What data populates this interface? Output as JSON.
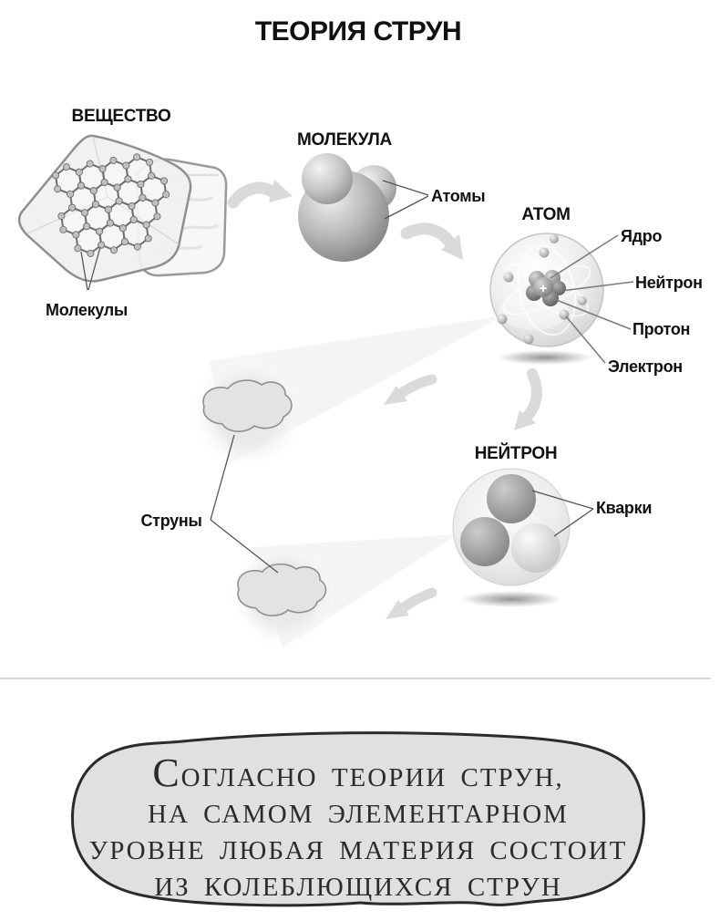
{
  "title": "ТЕОРИЯ СТРУН",
  "matter": {
    "heading": "ВЕЩЕСТВО",
    "molecules_label": "Молекулы"
  },
  "molecule": {
    "heading": "МОЛЕКУЛА",
    "atoms_label": "Атомы"
  },
  "atom": {
    "heading": "АТОМ",
    "nucleus_label": "Ядро",
    "neutron_label": "Нейтрон",
    "proton_label": "Протон",
    "electron_label": "Электрон",
    "nucleus_plus": "+"
  },
  "neutron": {
    "heading": "НЕЙТРОН",
    "quarks_label": "Кварки"
  },
  "strings": {
    "label": "Струны"
  },
  "caption": {
    "lines": [
      "СОГЛАСНО ТЕОРИИ СТРУН,",
      "НА САМОМ ЭЛЕМЕНТАРНОМ",
      "УРОВНЕ ЛЮБАЯ МАТЕРИЯ СОСТОИТ",
      "ИЗ КОЛЕБЛЮЩИХСЯ СТРУН"
    ]
  },
  "colors": {
    "ink": "#111111",
    "caption_fill": "#e0e0e0",
    "caption_border": "#2b2b2b",
    "divider": "#d6d6d6",
    "sphere_gray": "#9e9e9e",
    "cone_gray": "#f2f2f2"
  }
}
